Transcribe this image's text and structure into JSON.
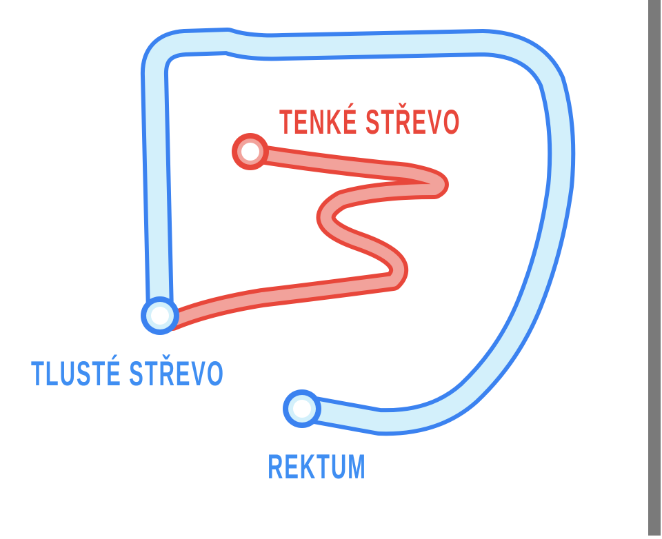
{
  "labels": {
    "small_intestine": "TENKÉ STŘEVO",
    "large_intestine": "TLUSTÉ STŘEVO",
    "rectum": "REKTUM"
  },
  "colors": {
    "large_intestine_outline": "#3b82f0",
    "large_intestine_fill": "#d3f0fb",
    "small_intestine_outline": "#e8473b",
    "small_intestine_fill": "#f2a29b",
    "label_red": "#e8473b",
    "label_blue": "#3f8ef2",
    "page_border": "#7a7a7a"
  }
}
